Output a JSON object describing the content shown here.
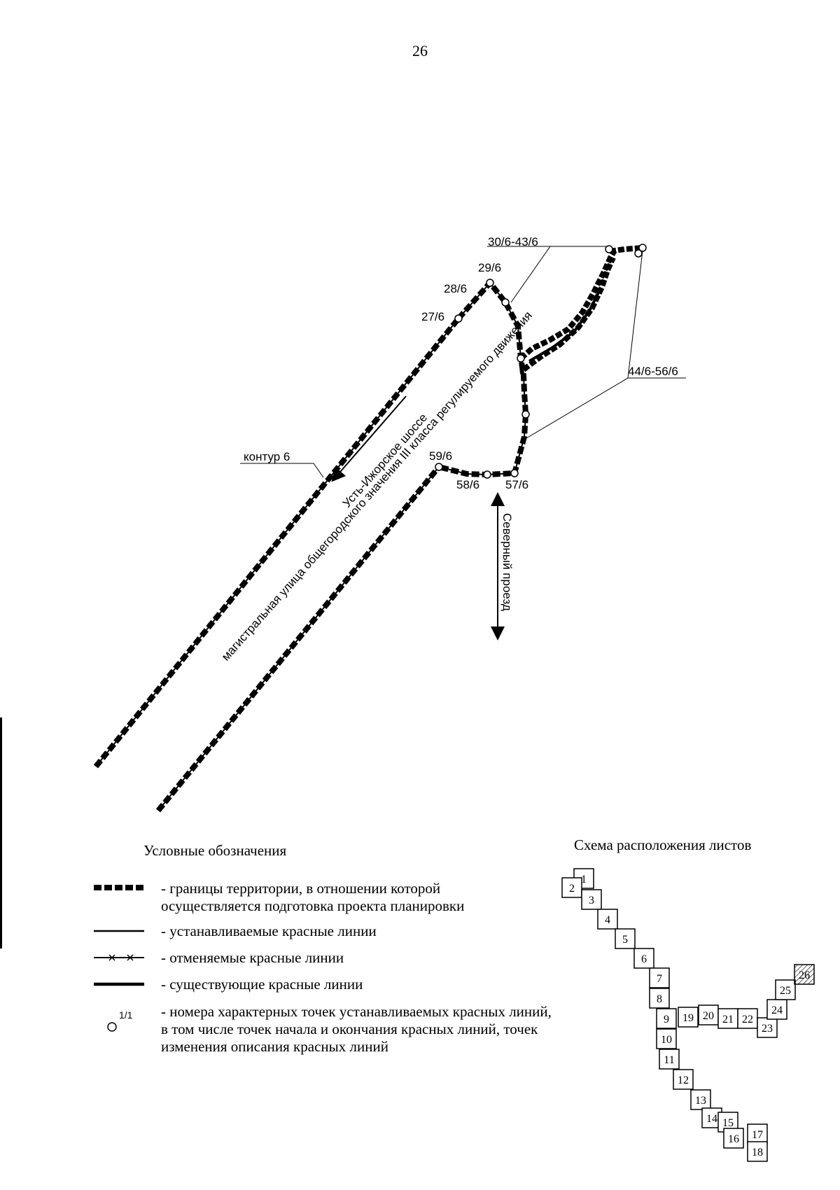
{
  "page_number": "26",
  "map": {
    "point_labels": {
      "p27": "27/6",
      "p28": "28/6",
      "p29": "29/6",
      "p30_43": "30/6-43/6",
      "p44_56": "44/6-56/6",
      "p57": "57/6",
      "p58": "58/6",
      "p59": "59/6"
    },
    "contour_label": "контур 6",
    "road_labels": {
      "shosse": "Усть-Ижорское шоссе",
      "magistral": "магистральная улица общегородского значения III класса регулируемого движения",
      "proezd": "Северный проезд"
    }
  },
  "legend": {
    "title": "Условные обозначения",
    "items": [
      {
        "symbol": "dashed-thick-border-line",
        "text_line1": "- границы территории, в отношении которой",
        "text_line2": "осуществляется подготовка проекта планировки"
      },
      {
        "symbol": "solid-red-line",
        "text_line1": "- устанавливаемые красные линии"
      },
      {
        "symbol": "crossed-red-line",
        "text_line1": "- отменяемые красные линии"
      },
      {
        "symbol": "thick-red-line",
        "text_line1": "- существующие красные линии"
      },
      {
        "symbol": "point-circle",
        "symbol_label": "1/1",
        "text_line1": "- номера характерных точек устанавливаемых красных линий,",
        "text_line2": "в том числе точек начала и окончания красных линий, точек",
        "text_line3": "изменения описания красных линий"
      }
    ]
  },
  "sheet_scheme": {
    "title": "Схема расположения листов",
    "sheets": [
      "1",
      "2",
      "3",
      "4",
      "5",
      "6",
      "7",
      "8",
      "9",
      "10",
      "11",
      "12",
      "13",
      "14",
      "15",
      "16",
      "17",
      "18",
      "19",
      "20",
      "21",
      "22",
      "23",
      "24",
      "25",
      "26"
    ],
    "current_sheet": "26"
  }
}
